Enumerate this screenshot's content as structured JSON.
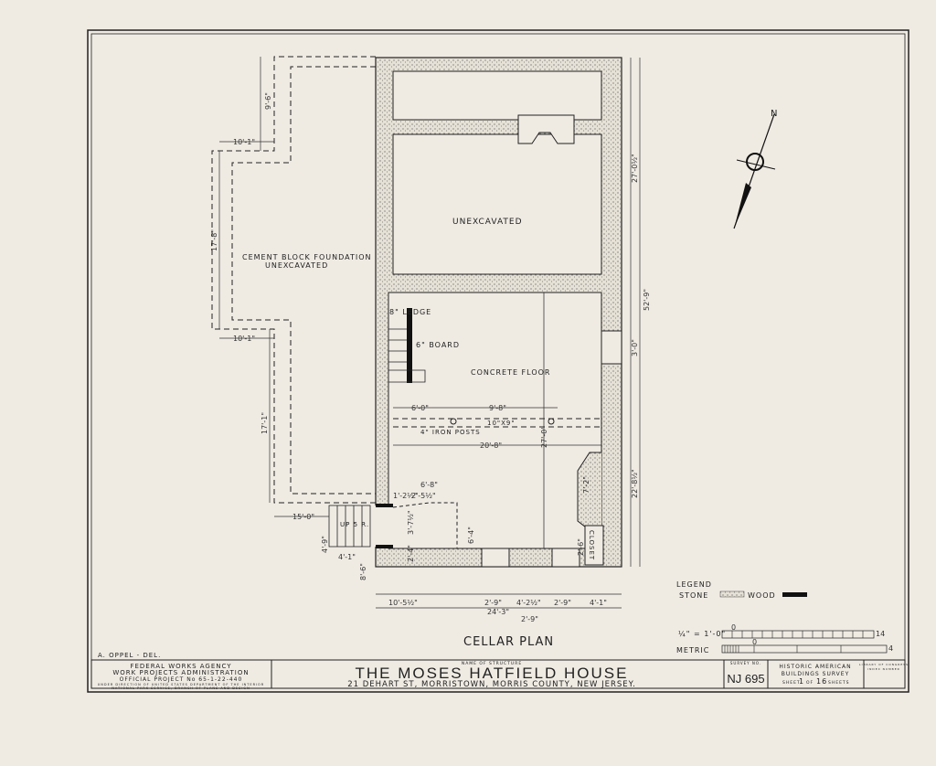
{
  "drawing": {
    "plan_title": "CELLAR PLAN",
    "rooms": {
      "upper": "UNEXCAVATED",
      "main": "CONCRETE FLOOR",
      "addition": [
        "CEMENT BLOCK FOUNDATION",
        "UNEXCAVATED"
      ],
      "closet": "CLOSET",
      "stairs": "UP 5 R.",
      "ledge": "8\" LEDGE",
      "board": "6\" BOARD",
      "posts": "4\" IRON POSTS",
      "beam": "10\"X9\""
    },
    "dimensions": {
      "total_length": "52'-9\"",
      "upper_length": "27'-0½\"",
      "lower_length": "22'-8½\"",
      "window_width": "3'-0\"",
      "addition_top": "9'-6\"",
      "addition_width_top": "10'-1\"",
      "addition_mid": "17'-8\"",
      "addition_width_mid": "10'-1\"",
      "addition_bottom": "17'-1\"",
      "addition_width_bottom": "15'-0\"",
      "post_span_left": "6'-0\"",
      "post_span_right": "9'-8\"",
      "interior_width": "20'-8\"",
      "interior_height": "27'-0\"",
      "step_width": "6'-8\"",
      "step_a": "1'-2½\"",
      "step_b": "2'-5½\"",
      "door_height": "6'-4\"",
      "entry_a": "3'-7½\"",
      "entry_b": "2'-4\"",
      "stair_a": "4'-9\"",
      "stair_b": "4'-1\"",
      "stair_c": "8'-6\"",
      "fireplace": "7'-2\"",
      "closet_h": "2'-6\"",
      "bottom_dims": [
        "10'-5½\"",
        "2'-9\"",
        "4'-2½\"",
        "2'-9\"",
        "4'-1\""
      ],
      "overall_width": "24'-3\"",
      "bay": "2'-9\""
    },
    "compass_label": "N"
  },
  "legend": {
    "title": "LEGEND",
    "stone": "STONE",
    "wood": "WOOD"
  },
  "scale": {
    "imperial_label": "¼\" = 1'-0\"",
    "imperial_start": "0",
    "imperial_end": "14",
    "metric_label": "METRIC",
    "metric_start": "0",
    "metric_end": "4"
  },
  "delineator": "A. OPPEL - DEL.",
  "title_block": {
    "agency": [
      "FEDERAL WORKS AGENCY",
      "WORK PROJECTS ADMINISTRATION",
      "OFFICIAL PROJECT No 65-1-22-440"
    ],
    "direction": [
      "UNDER DIRECTION OF UNITED STATES DEPARTMENT OF THE INTERIOR",
      "NATIONAL PARK SERVICE, BRANCH OF PLANS AND DESIGN"
    ],
    "name_label": "NAME OF STRUCTURE",
    "structure_name": "THE MOSES HATFIELD HOUSE",
    "address": "21 DEHART ST, MORRISTOWN, MORRIS COUNTY, NEW JERSEY.",
    "survey_label": "SURVEY NO.",
    "survey_no": "NJ 695",
    "habs": [
      "HISTORIC AMERICAN",
      "BUILDINGS SURVEY"
    ],
    "sheet_prefix": "SHEET",
    "sheet_no": "1",
    "sheet_of": "OF",
    "sheet_total": "16",
    "sheet_suffix": "SHEETS",
    "library": [
      "LIBRARY OF CONGRESS",
      "INDEX NUMBER"
    ]
  },
  "colors": {
    "paper": "#efebe3",
    "ink": "#222222"
  }
}
